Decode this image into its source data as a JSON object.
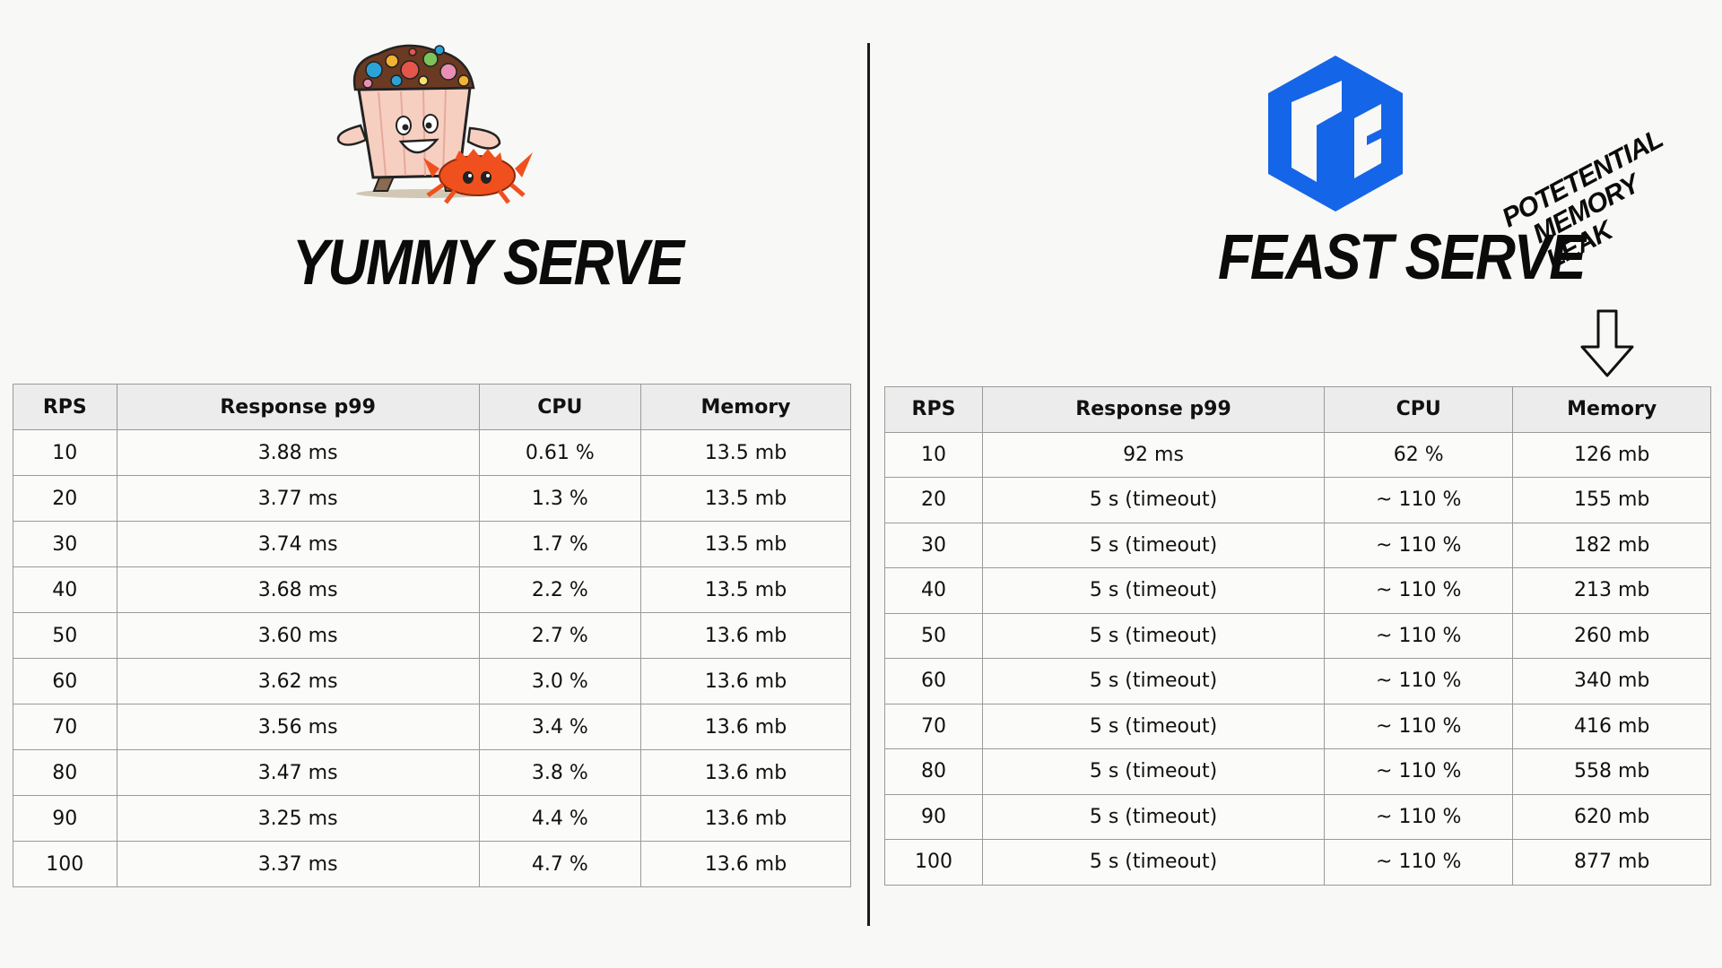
{
  "left_panel": {
    "title": "Yummy Serve",
    "columns": [
      "RPS",
      "Response p99",
      "CPU",
      "Memory"
    ],
    "rows": [
      [
        "10",
        "3.88 ms",
        "0.61 %",
        "13.5 mb"
      ],
      [
        "20",
        "3.77 ms",
        "1.3 %",
        "13.5 mb"
      ],
      [
        "30",
        "3.74 ms",
        "1.7 %",
        "13.5 mb"
      ],
      [
        "40",
        "3.68 ms",
        "2.2 %",
        "13.5 mb"
      ],
      [
        "50",
        "3.60 ms",
        "2.7 %",
        "13.6 mb"
      ],
      [
        "60",
        "3.62 ms",
        "3.0 %",
        "13.6 mb"
      ],
      [
        "70",
        "3.56 ms",
        "3.4 %",
        "13.6 mb"
      ],
      [
        "80",
        "3.47 ms",
        "3.8 %",
        "13.6 mb"
      ],
      [
        "90",
        "3.25 ms",
        "4.4 %",
        "13.6 mb"
      ],
      [
        "100",
        "3.37 ms",
        "4.7 %",
        "13.6 mb"
      ]
    ]
  },
  "right_panel": {
    "title": "Feast Serve",
    "annotation": [
      "Potetential",
      "memory leak"
    ],
    "columns": [
      "RPS",
      "Response p99",
      "CPU",
      "Memory"
    ],
    "rows": [
      [
        "10",
        "92 ms",
        "62 %",
        "126 mb"
      ],
      [
        "20",
        "5 s (timeout)",
        "~ 110 %",
        "155 mb"
      ],
      [
        "30",
        "5 s (timeout)",
        "~ 110 %",
        "182 mb"
      ],
      [
        "40",
        "5 s (timeout)",
        "~ 110 %",
        "213 mb"
      ],
      [
        "50",
        "5 s (timeout)",
        "~ 110 %",
        "260 mb"
      ],
      [
        "60",
        "5 s (timeout)",
        "~ 110 %",
        "340 mb"
      ],
      [
        "70",
        "5 s (timeout)",
        "~ 110 %",
        "416 mb"
      ],
      [
        "80",
        "5 s (timeout)",
        "~ 110 %",
        "558 mb"
      ],
      [
        "90",
        "5 s (timeout)",
        "~ 110 %",
        "620 mb"
      ],
      [
        "100",
        "5 s (timeout)",
        "~ 110 %",
        "877 mb"
      ]
    ]
  },
  "icons": {
    "left_logo": "cupcake-mascot-icon",
    "crab": "rust-crab-icon",
    "right_logo": "feast-logo-icon",
    "arrow": "arrow-down-icon"
  },
  "colors": {
    "feast_blue": "#1565e8",
    "crab_orange": "#f0501e",
    "cupcake_pink": "#f6cfc1",
    "header_bg": "#ececec",
    "grid": "#9a9a9a"
  }
}
